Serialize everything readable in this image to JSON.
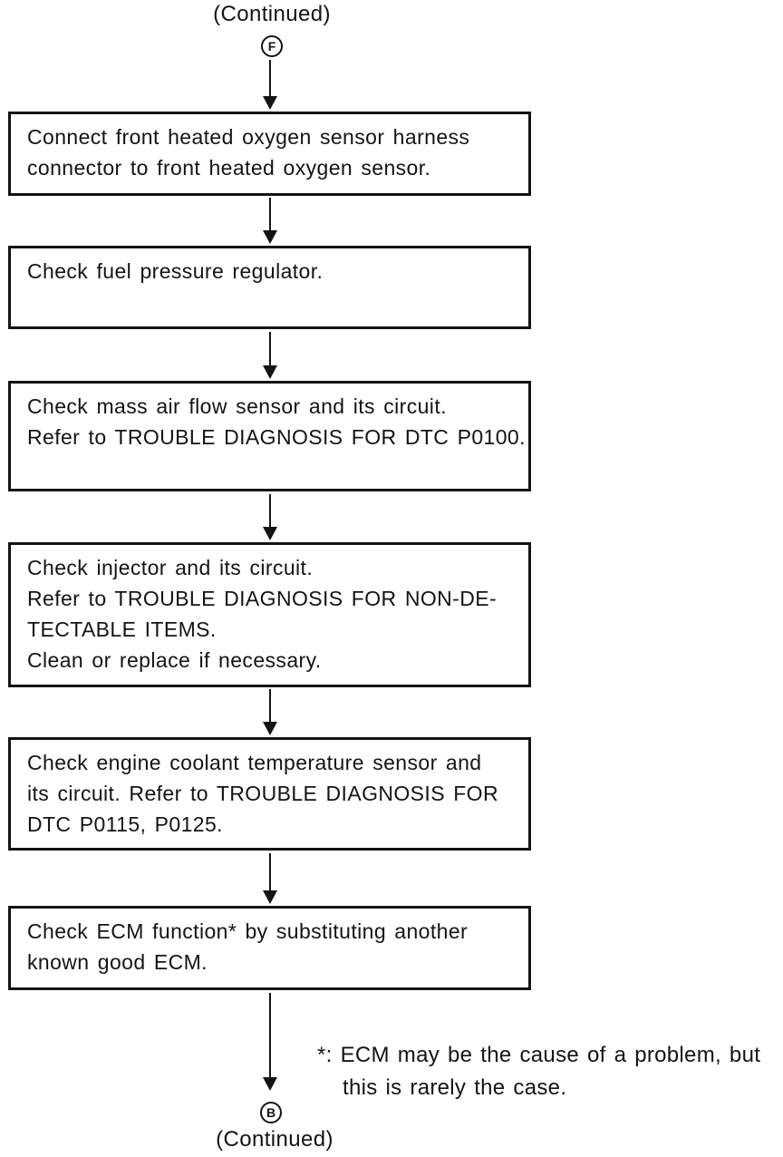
{
  "page": {
    "top_continued": "(Continued)",
    "bottom_continued": "(Continued)"
  },
  "connectors": {
    "top_letter": "F",
    "bottom_letter": "B"
  },
  "flowchart": {
    "boxes": [
      {
        "name": "connect-front-heated-oxygen-sensor",
        "lines": [
          "Connect front heated oxygen sensor harness",
          "connector to front heated oxygen sensor."
        ]
      },
      {
        "name": "check-fuel-pressure-regulator",
        "lines": [
          "Check fuel pressure regulator."
        ]
      },
      {
        "name": "check-mass-air-flow-sensor",
        "lines": [
          "Check mass air flow sensor and its circuit.",
          "Refer to TROUBLE DIAGNOSIS FOR DTC P0100."
        ]
      },
      {
        "name": "check-injector",
        "lines": [
          "Check injector and its circuit.",
          "Refer to TROUBLE DIAGNOSIS FOR NON-DE-",
          "TECTABLE ITEMS.",
          "Clean or replace if necessary."
        ]
      },
      {
        "name": "check-engine-coolant-temperature-sensor",
        "lines": [
          "Check engine coolant temperature sensor and",
          "its circuit. Refer to TROUBLE DIAGNOSIS FOR",
          "DTC P0115, P0125."
        ]
      },
      {
        "name": "check-ecm-function",
        "lines": [
          "Check ECM function* by substituting another",
          "known good ECM."
        ]
      }
    ]
  },
  "footnote": {
    "marker": "*:",
    "line1": "ECM may be the cause of a problem, but",
    "line2": "this is rarely the case."
  },
  "colors": {
    "ink": "#141414",
    "background": "#ffffff"
  }
}
